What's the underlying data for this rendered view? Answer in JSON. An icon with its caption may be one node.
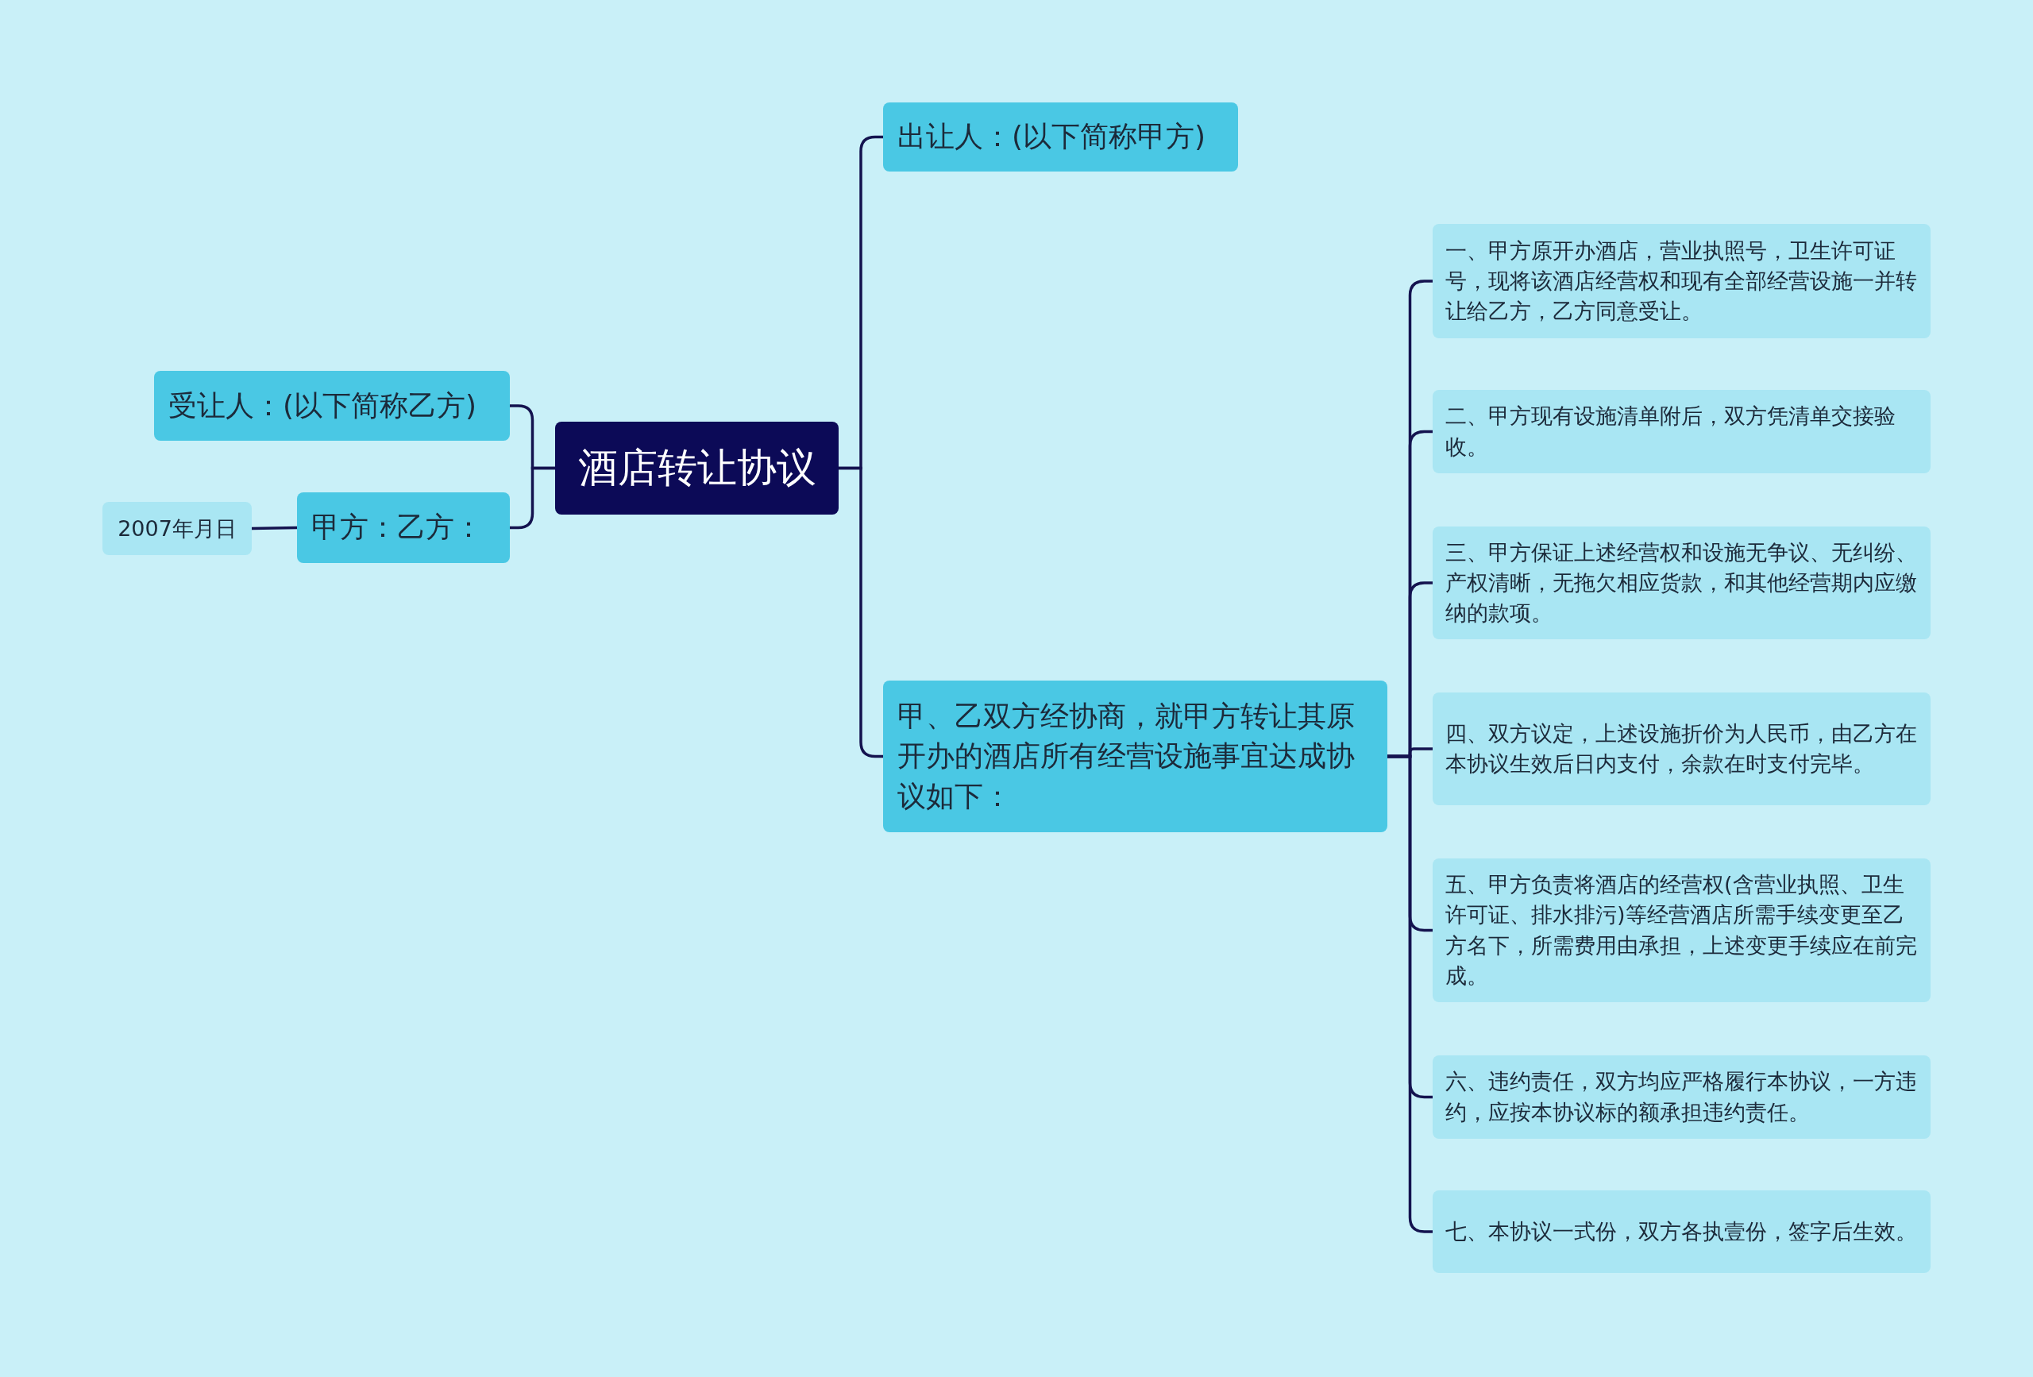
{
  "diagram": {
    "nodes": [
      {
        "text": [
          "酒店转让协议"
        ]
      },
      {
        "text": [
          "出让人：(以下简称甲方)"
        ]
      },
      {
        "text": [
          "甲、乙双方经协商，就甲方转让其原开办的酒店所有经营设施事宜达成协议如下："
        ]
      },
      {
        "text": [
          "一、甲方原开办酒店，营业执照号，卫生许可证号，现将该酒店经营权和现有全部经营设施一并转让给乙方，乙方同意受让。"
        ]
      },
      {
        "text": [
          "二、甲方现有设施清单附后，双方凭清单交接验收。"
        ]
      },
      {
        "text": [
          "三、甲方保证上述经营权和设施无争议、无纠纷、产权清晰，无拖欠相应货款，和其他经营期内应缴纳的款项。"
        ]
      },
      {
        "text": [
          "四、双方议定，上述设施折价为人民币，由乙方在本协议生效后日内支付，余款在时支付完毕。"
        ]
      },
      {
        "text": [
          "五、甲方负责将酒店的经营权(含营业执照、卫生许可证、排水排污)等经营酒店所需手续变更至乙方名下，所需费用由承担，上述变更手续应在前完成。"
        ]
      },
      {
        "text": [
          "六、违约责任，双方均应严格履行本协议，一方违约，应按本协议标的额承担违约责任。"
        ]
      },
      {
        "text": [
          "七、本协议一式份，双方各执壹份，签字后生效。"
        ]
      },
      {
        "text": [
          "受让人：(以下简称乙方)"
        ]
      },
      {
        "text": [
          "甲方：乙方："
        ]
      },
      {
        "text": [
          "2007年月日"
        ]
      }
    ],
    "edges": [
      {
        "from": 0,
        "to": 1,
        "arrow": "none"
      },
      {
        "from": 0,
        "to": 2,
        "arrow": "none"
      },
      {
        "from": 2,
        "to": 3,
        "arrow": "none"
      },
      {
        "from": 2,
        "to": 4,
        "arrow": "none"
      },
      {
        "from": 2,
        "to": 5,
        "arrow": "none"
      },
      {
        "from": 2,
        "to": 6,
        "arrow": "none"
      },
      {
        "from": 2,
        "to": 7,
        "arrow": "none"
      },
      {
        "from": 2,
        "to": 8,
        "arrow": "none"
      },
      {
        "from": 2,
        "to": 9,
        "arrow": "none"
      },
      {
        "from": 0,
        "to": 10,
        "arrow": "none"
      },
      {
        "from": 0,
        "to": 11,
        "arrow": "none"
      },
      {
        "from": 11,
        "to": 12,
        "arrow": "none"
      }
    ]
  }
}
